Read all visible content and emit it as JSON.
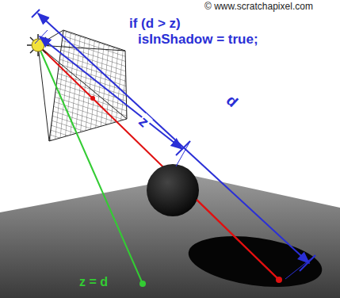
{
  "diagram": {
    "labels": [
      "© www.scratchapixel.com",
      "if (d > z)",
      "isInShadow = true;",
      "z",
      "d",
      "z = d"
    ]
  }
}
